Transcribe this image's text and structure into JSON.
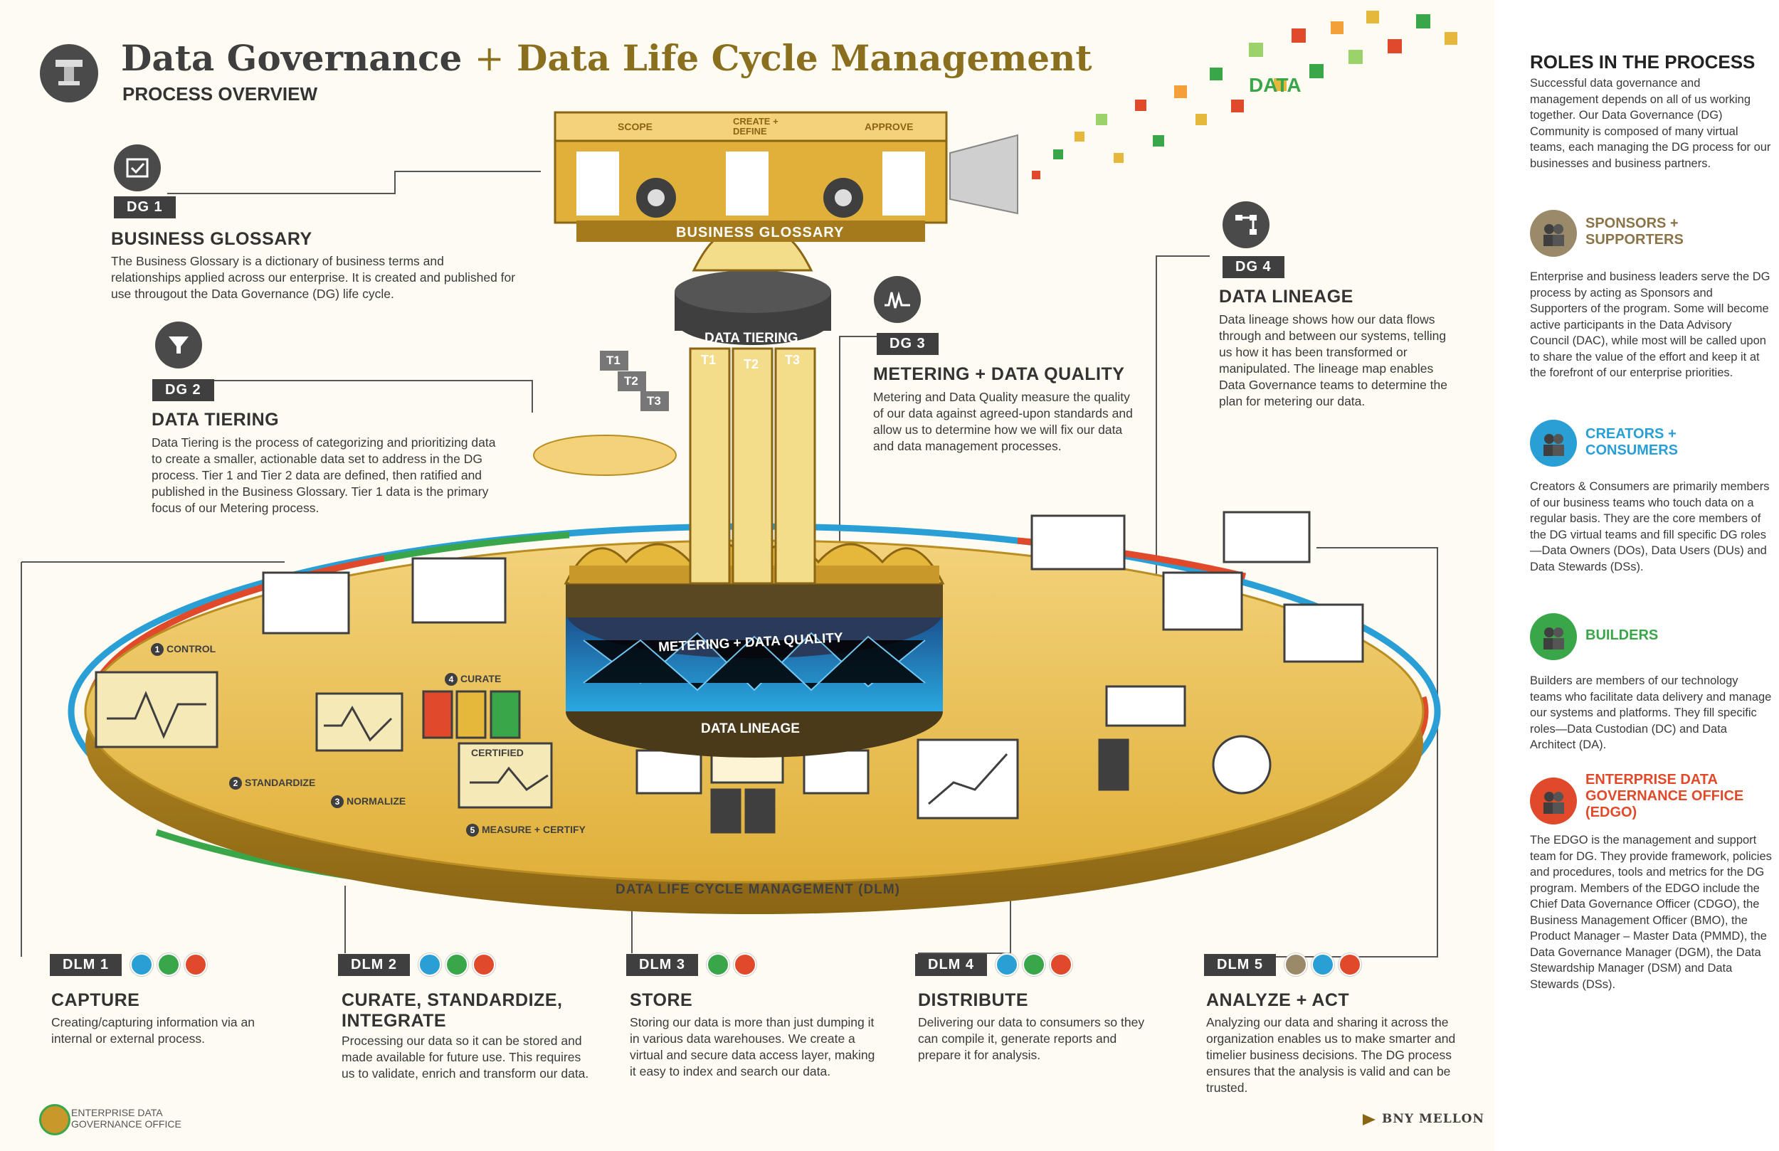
{
  "header": {
    "title_part1": "Data Governance",
    "title_plus": "+",
    "title_part2": "Data Life Cycle Management",
    "subtitle": "PROCESS OVERVIEW"
  },
  "machine": {
    "tabs": [
      "SCOPE",
      "CREATE + DEFINE",
      "APPROVE"
    ],
    "band_label": "BUSINESS GLOSSARY",
    "tiering_label": "DATA TIERING",
    "tier_labels": [
      "T1",
      "T2",
      "T3"
    ],
    "stream_label": "DATA",
    "metering_label": "METERING + DATA QUALITY",
    "lineage_label": "DATA LINEAGE",
    "dlm_ring_label": "DATA LIFE CYCLE MANAGEMENT (DLM)",
    "steps": [
      "CONTROL",
      "STANDARDIZE",
      "NORMALIZE",
      "CURATE",
      "MEASURE + CERTIFY"
    ],
    "step_numbers": [
      "1",
      "2",
      "3",
      "4",
      "5"
    ],
    "certified_label": "CERTIFIED",
    "flag_labels": [
      "T1",
      "T2",
      "T3"
    ]
  },
  "dg": [
    {
      "tag": "DG 1",
      "title": "BUSINESS GLOSSARY",
      "text": "The Business Glossary is a dictionary of business terms and relationships applied across our enterprise. It is created and published for use througout the Data Governance (DG) life cycle."
    },
    {
      "tag": "DG 2",
      "title": "DATA TIERING",
      "text": "Data Tiering is the process of categorizing and prioritizing data to create a smaller, actionable data set to address in the DG process. Tier 1 and Tier 2 data are defined, then ratified and published in the Business Glossary. Tier 1 data is the primary focus of our Metering process."
    },
    {
      "tag": "DG 3",
      "title": "METERING + DATA QUALITY",
      "text": "Metering and Data Quality measure the quality of our data against agreed-upon standards and allow us to determine how we will fix our data and data management processes."
    },
    {
      "tag": "DG 4",
      "title": "DATA LINEAGE",
      "text": "Data lineage shows how our data flows through and between our systems, telling us how it has been transformed or manipulated. The lineage map enables Data Governance teams to determine the plan for metering our data."
    }
  ],
  "dlm": [
    {
      "tag": "DLM 1",
      "title": "CAPTURE",
      "text": "Creating/capturing information via an internal or external process."
    },
    {
      "tag": "DLM 2",
      "title": "CURATE, STANDARDIZE, INTEGRATE",
      "text": "Processing our data so it can be stored and made available for future use. This requires us to validate, enrich and transform our data."
    },
    {
      "tag": "DLM 3",
      "title": "STORE",
      "text": "Storing our data is more than just dumping it in various data warehouses. We create a virtual and secure data access layer, making it easy to index and search our data."
    },
    {
      "tag": "DLM 4",
      "title": "DISTRIBUTE",
      "text": "Delivering our data to consumers so they can compile it, generate reports and prepare it for analysis."
    },
    {
      "tag": "DLM 5",
      "title": "ANALYZE + ACT",
      "text": "Analyzing our data and sharing it across the organization enables us to make smarter and timelier business decisions. The DG process ensures that the analysis is valid and can be trusted."
    }
  ],
  "roles": {
    "heading": "ROLES IN THE PROCESS",
    "intro": "Successful data governance and management depends on all of us working together. Our Data Governance (DG) Community is composed of many virtual teams, each managing the DG process for our businesses and business partners.",
    "items": [
      {
        "title": "SPONSORS + SUPPORTERS",
        "color": "#8a7448",
        "text": "Enterprise and business leaders serve the DG process by acting as Sponsors and Supporters of the program. Some will become active participants in the Data Advisory Council (DAC), while most will be called upon to share the value of the effort and keep it at the forefront of our enterprise priorities."
      },
      {
        "title": "CREATORS + CONSUMERS",
        "color": "#2a9fd6",
        "text": "Creators & Consumers are primarily members of our business teams who touch data on a regular basis. They are the core members of the DG virtual teams and fill specific DG roles—Data Owners (DOs), Data Users (DUs) and Data Stewards (DSs)."
      },
      {
        "title": "BUILDERS",
        "color": "#3aa64a",
        "text": "Builders are members of our technology teams who facilitate data delivery and manage our systems and platforms. They fill specific roles—Data Custodian (DC) and Data Architect (DA)."
      },
      {
        "title": "ENTERPRISE DATA GOVERNANCE OFFICE (EDGO)",
        "color": "#e04a2a",
        "text": "The EDGO is the management and support team for DG. They provide framework, policies and procedures, tools and metrics for the DG program. Members of the EDGO include the Chief Data Governance Officer (CDGO), the Business Management Officer (BMO), the Product Manager – Master Data (PMMD), the Data Governance Manager (DGM), the Data Stewardship Manager (DSM) and Data Stewards (DSs)."
      }
    ]
  },
  "footer": {
    "edgo_logo_line1": "ENTERPRISE DATA",
    "edgo_logo_line2": "GOVERNANCE OFFICE",
    "brand": "BNY MELLON"
  },
  "colors": {
    "gold": "#e5b73b",
    "dark": "#3f3f3f",
    "blue": "#2a9fd6",
    "green": "#3aa64a",
    "red": "#e04a2a",
    "tan": "#9a8a6a"
  }
}
